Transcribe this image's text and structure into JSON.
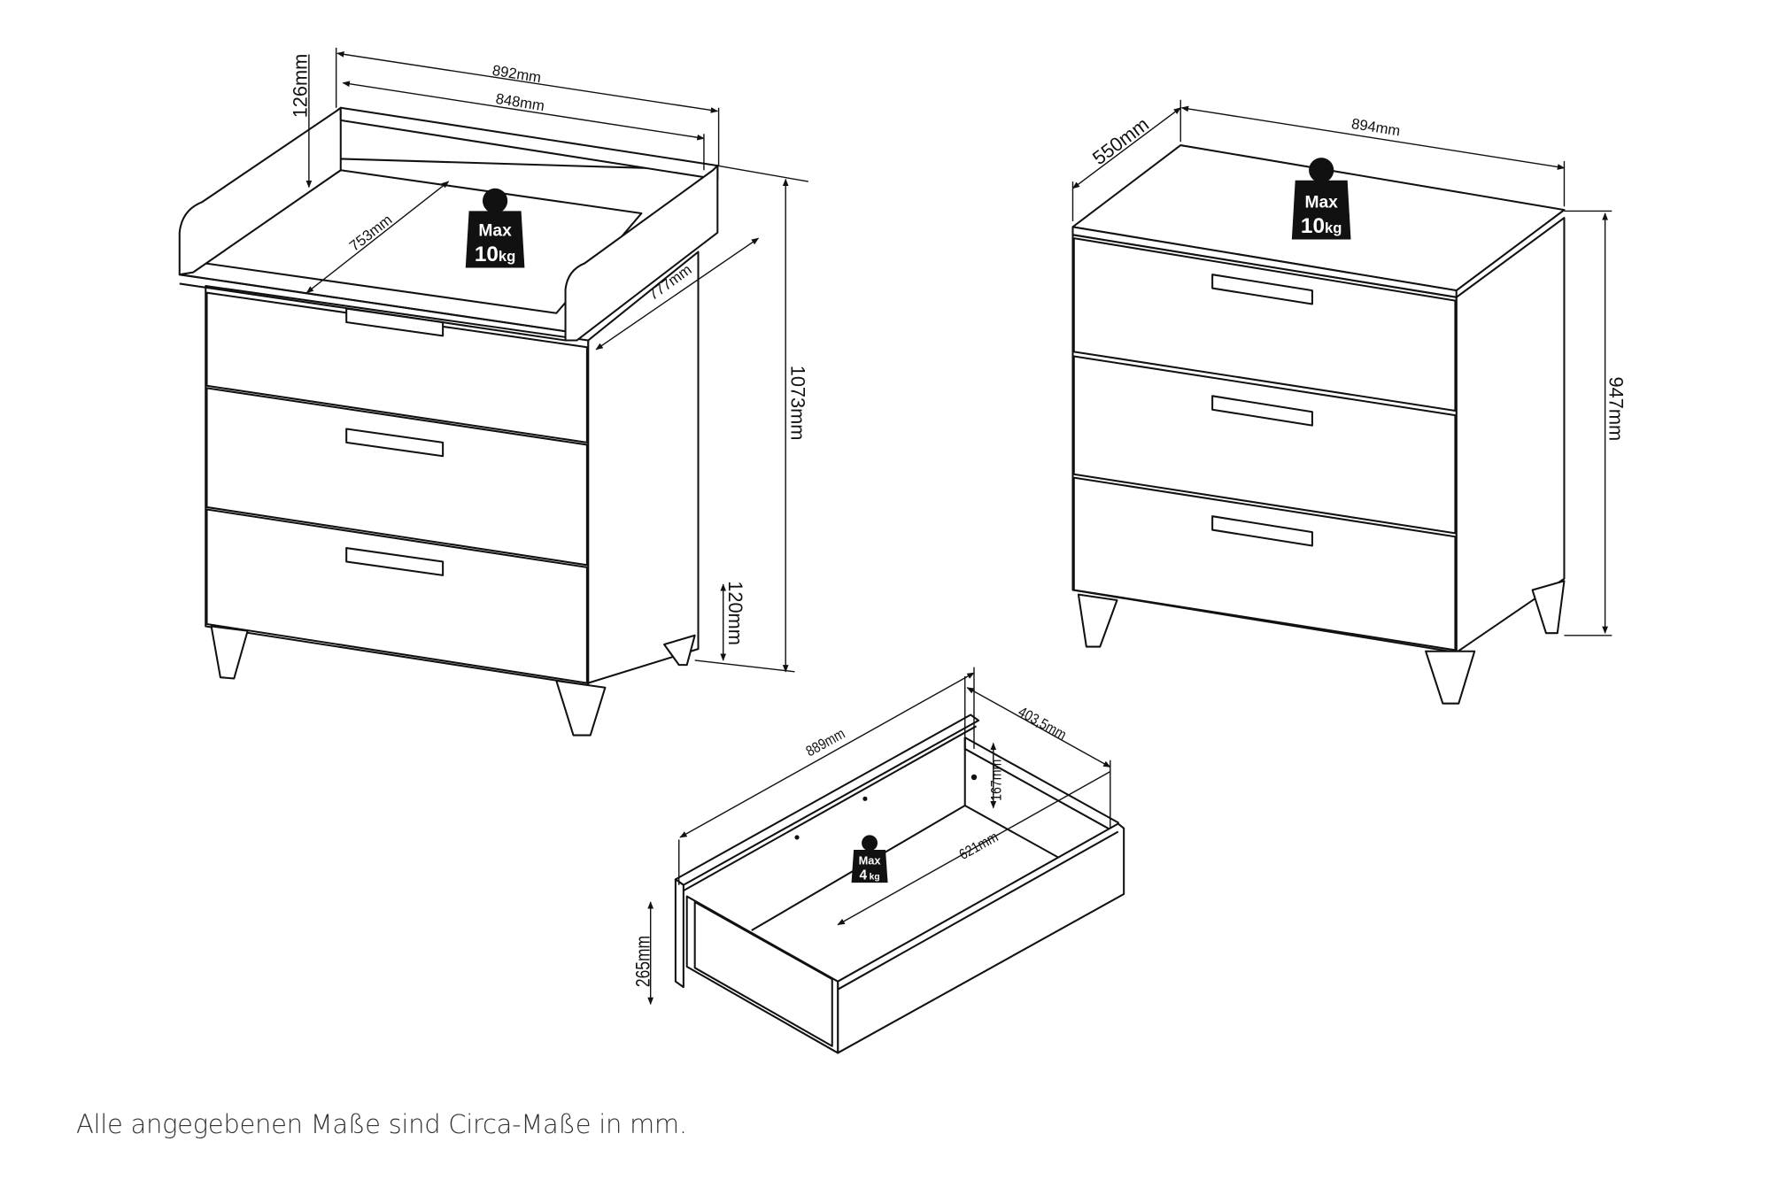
{
  "changing_dresser": {
    "width_outer": "892mm",
    "width_inner": "848mm",
    "rail_height": "126mm",
    "tray_depth_inner": "753mm",
    "depth": "777mm",
    "total_height": "1073mm",
    "leg_height": "120mm",
    "weight_badge": {
      "line1": "Max",
      "line2": "10",
      "unit": "kg"
    }
  },
  "dresser": {
    "depth": "550mm",
    "width": "894mm",
    "height": "947mm",
    "weight_badge": {
      "line1": "Max",
      "line2": "10",
      "unit": "kg"
    }
  },
  "drawer": {
    "length": "889mm",
    "depth": "403,5mm",
    "inner_height": "167mm",
    "inner_width": "621mm",
    "front_height": "265mm",
    "weight_badge": {
      "line1": "Max",
      "line2": "4",
      "unit": "kg"
    }
  },
  "footer_note": "Alle angegebenen Maße sind Circa-Maße in mm."
}
